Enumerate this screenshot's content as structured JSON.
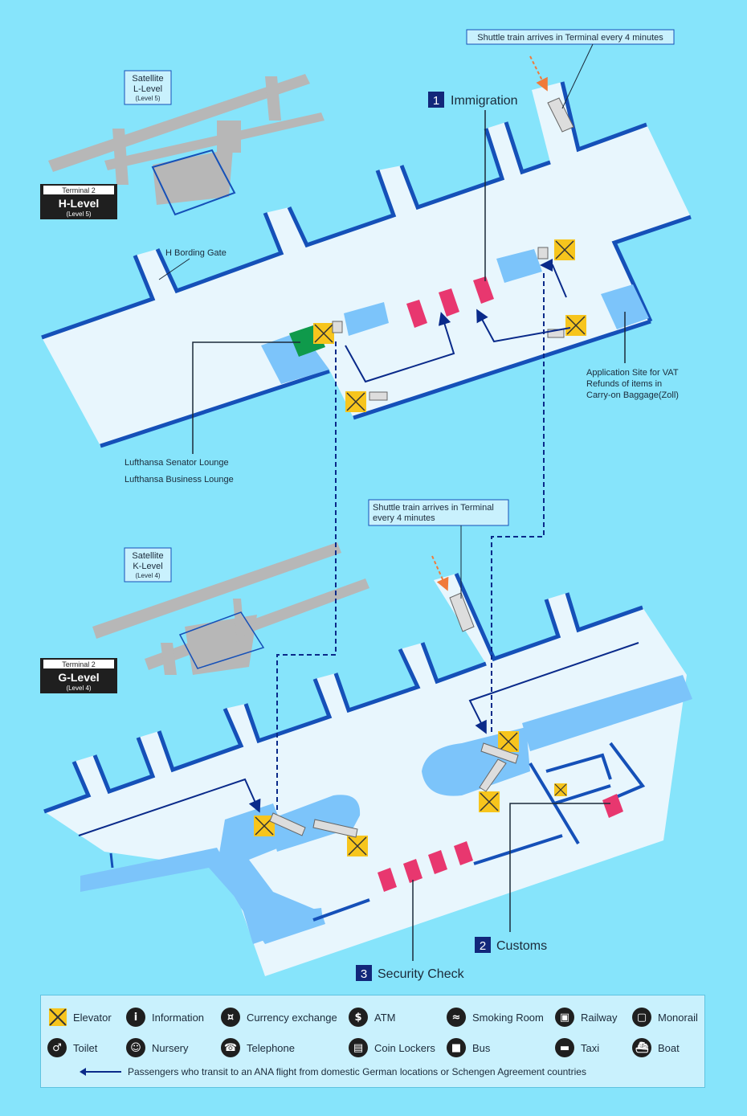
{
  "upper": {
    "satellite": [
      "Satellite",
      "L-Level",
      "(Level 5)"
    ],
    "terminal": [
      "Terminal 2",
      "H-Level",
      "(Level 5)"
    ],
    "shuttle_note": "Shuttle train arrives in Terminal every 4 minutes",
    "immigration_num": "1",
    "immigration": "Immigration",
    "gate_label": "H Bording Gate",
    "vat": [
      "Application Site for VAT",
      "Refunds of items in",
      "Carry-on Baggage(Zoll)"
    ],
    "lounges": [
      "Lufthansa Senator Lounge",
      "Lufthansa Business Lounge"
    ]
  },
  "lower": {
    "satellite": [
      "Satellite",
      "K-Level",
      "(Level 4)"
    ],
    "terminal": [
      "Terminal 2",
      "G-Level",
      "(Level 4)"
    ],
    "shuttle_note": [
      "Shuttle train arrives in Terminal",
      "every 4 minutes"
    ],
    "customs_num": "2",
    "customs": "Customs",
    "security_num": "3",
    "security": "Security Check"
  },
  "legend": {
    "items": [
      {
        "icon": "elevator-icon",
        "label": "Elevator"
      },
      {
        "icon": "information-icon",
        "label": "Information"
      },
      {
        "icon": "currency-exchange-icon",
        "label": "Currency exchange"
      },
      {
        "icon": "atm-icon",
        "label": "ATM"
      },
      {
        "icon": "smoking-room-icon",
        "label": "Smoking Room"
      },
      {
        "icon": "railway-icon",
        "label": "Railway"
      },
      {
        "icon": "monorail-icon",
        "label": "Monorail"
      },
      {
        "icon": "toilet-icon",
        "label": "Toilet"
      },
      {
        "icon": "nursery-icon",
        "label": "Nursery"
      },
      {
        "icon": "telephone-icon",
        "label": "Telephone"
      },
      {
        "icon": "coin-lockers-icon",
        "label": "Coin Lockers"
      },
      {
        "icon": "bus-icon",
        "label": "Bus"
      },
      {
        "icon": "taxi-icon",
        "label": "Taxi"
      },
      {
        "icon": "boat-icon",
        "label": "Boat"
      }
    ],
    "note": "Passengers who transit to an ANA flight from domestic German locations or Schengen Agreement countries"
  },
  "colors": {
    "background": "#86e4fb",
    "floor": "#e8f6fd",
    "wall": "#1550b8",
    "area": "#7cc4fa",
    "checkpoint": "#e8376f",
    "elevator": "#f7c51d",
    "lounge": "#0f9a4b",
    "label_box": "#12277a"
  }
}
